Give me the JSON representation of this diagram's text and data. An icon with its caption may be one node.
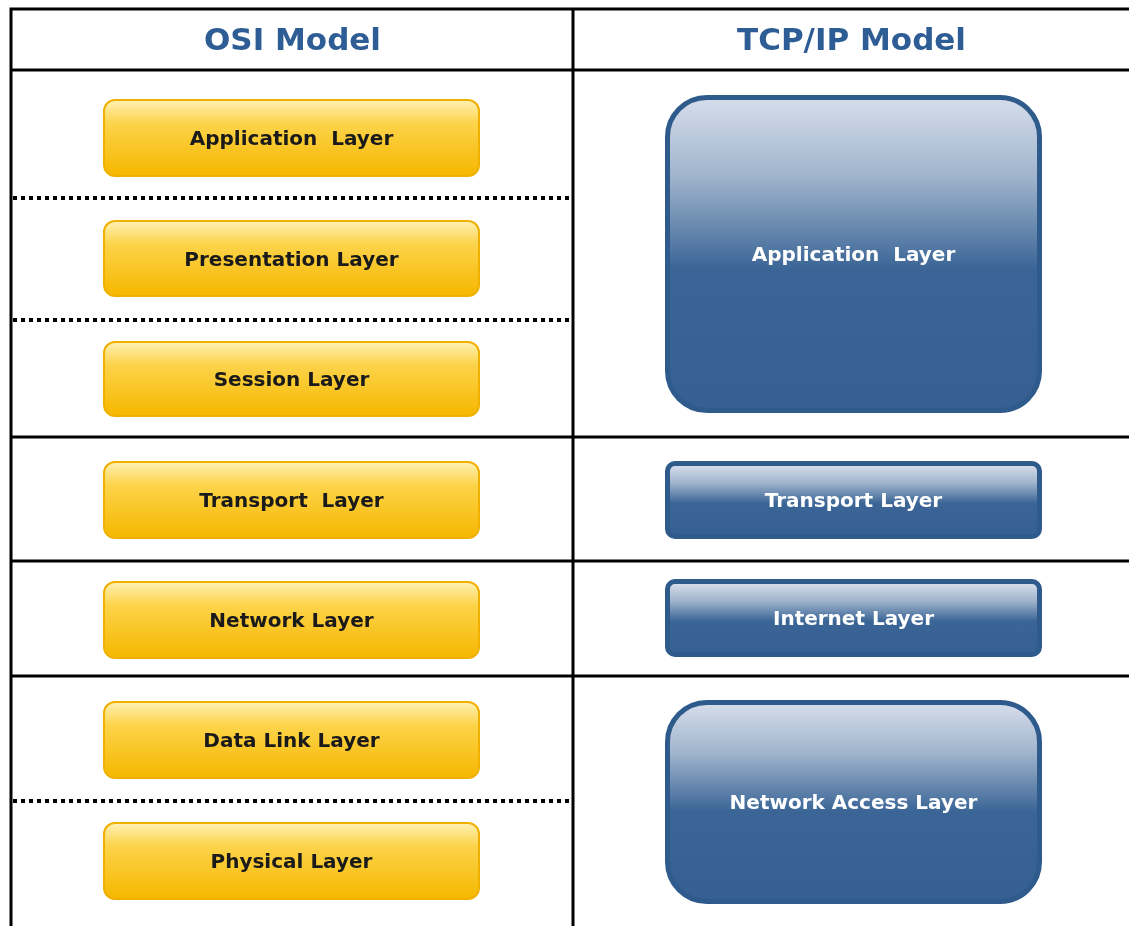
{
  "diagram": {
    "nodes": [
      {
        "text": [
          "Application  Layer"
        ]
      },
      {
        "text": [
          "Presentation Layer"
        ]
      },
      {
        "text": [
          "Session Layer"
        ]
      },
      {
        "text": [
          "Transport  Layer"
        ]
      },
      {
        "text": [
          "Network Layer"
        ]
      },
      {
        "text": [
          "Data Link Layer"
        ]
      },
      {
        "text": [
          "Physical Layer"
        ]
      },
      {
        "text": [
          "Application  Layer"
        ]
      },
      {
        "text": [
          "Transport Layer"
        ]
      },
      {
        "text": [
          "Internet Layer"
        ]
      },
      {
        "text": [
          "Network Access Layer"
        ]
      }
    ],
    "labels": [
      "OSI Model",
      "TCP/IP Model"
    ]
  }
}
